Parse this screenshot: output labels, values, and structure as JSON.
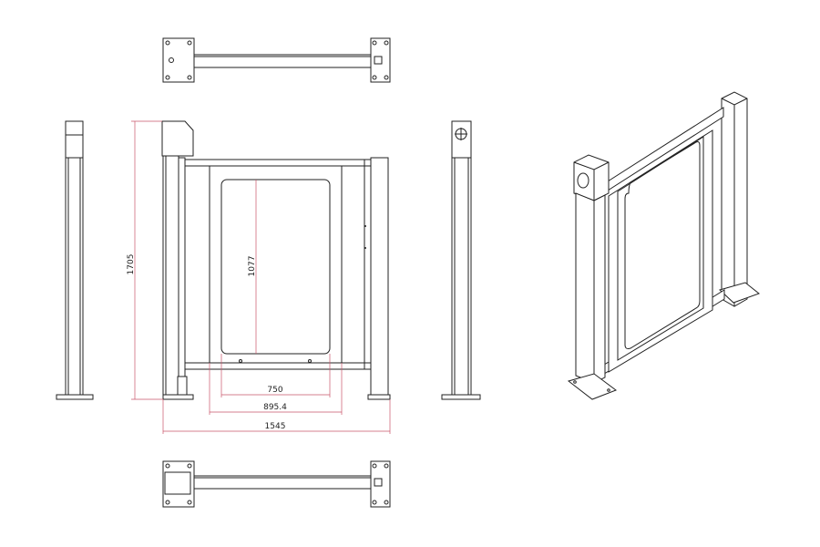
{
  "dimensions": {
    "overall_height": "1705",
    "glass_height": "1077",
    "glass_width": "750",
    "panel_width": "895.4",
    "overall_width": "1545"
  },
  "colors": {
    "line": "#222222",
    "dimension": "#c9546a"
  }
}
